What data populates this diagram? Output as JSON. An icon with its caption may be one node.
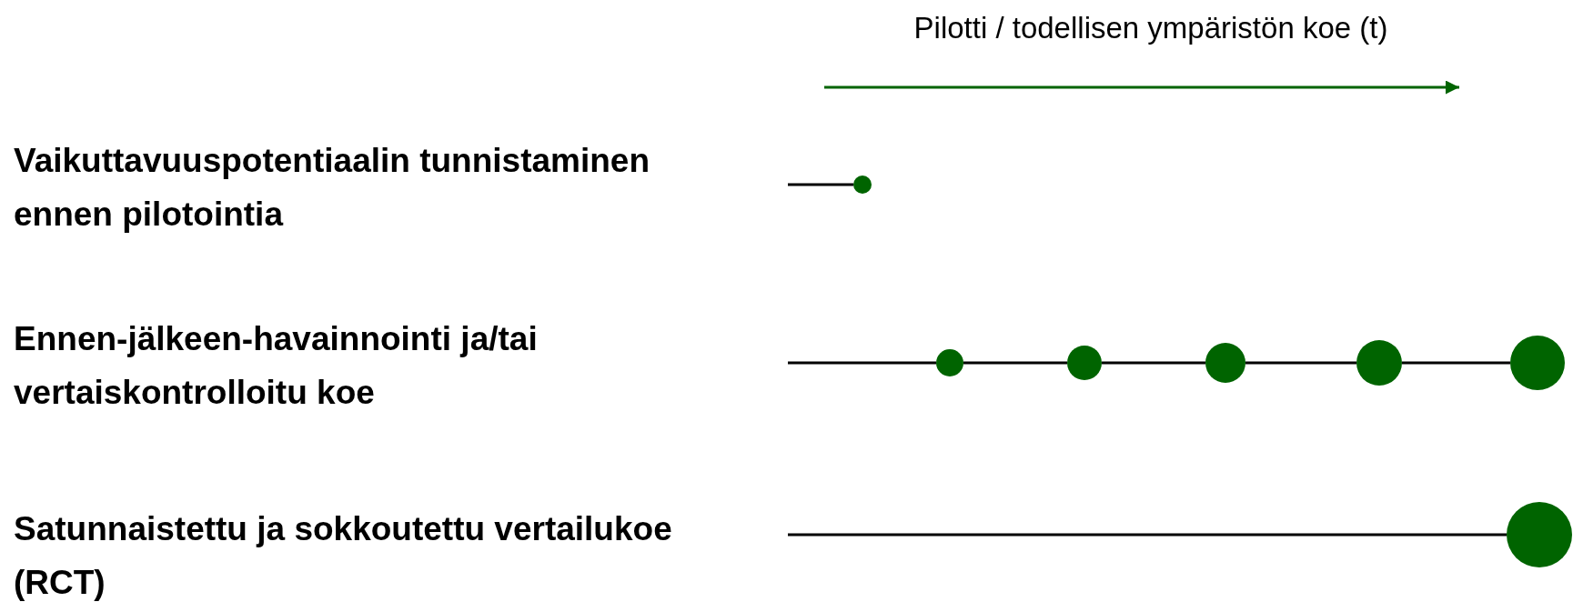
{
  "diagram": {
    "nodes": [
      {
        "text": [],
        "shape": "circle"
      },
      {
        "text": [],
        "shape": "circle"
      },
      {
        "text": [],
        "shape": "circle"
      },
      {
        "text": [],
        "shape": "circle"
      },
      {
        "text": [],
        "shape": "circle"
      },
      {
        "text": [],
        "shape": "circle"
      },
      {
        "text": [],
        "shape": "circle"
      }
    ],
    "edges": [
      {
        "from": null,
        "to": 0,
        "arrow": "none"
      },
      {
        "from": null,
        "to": 1,
        "arrow": "none"
      },
      {
        "from": 1,
        "to": 2,
        "arrow": "none"
      },
      {
        "from": 2,
        "to": 3,
        "arrow": "none"
      },
      {
        "from": 3,
        "to": 4,
        "arrow": "none"
      },
      {
        "from": 4,
        "to": 5,
        "arrow": "none"
      },
      {
        "from": null,
        "to": 6,
        "arrow": "none"
      }
    ],
    "labels": [
      "Pilotti / todellisen ympäristön koe (t)",
      "Vaikuttavuuspotentiaalin tunnistaminen ennen pilotointia",
      "Ennen-jälkeen-havainnointi ja/tai vertaiskontrolloitu koe",
      "Satunnaistettu ja sokkoutettu vertailukoe (RCT)"
    ]
  }
}
